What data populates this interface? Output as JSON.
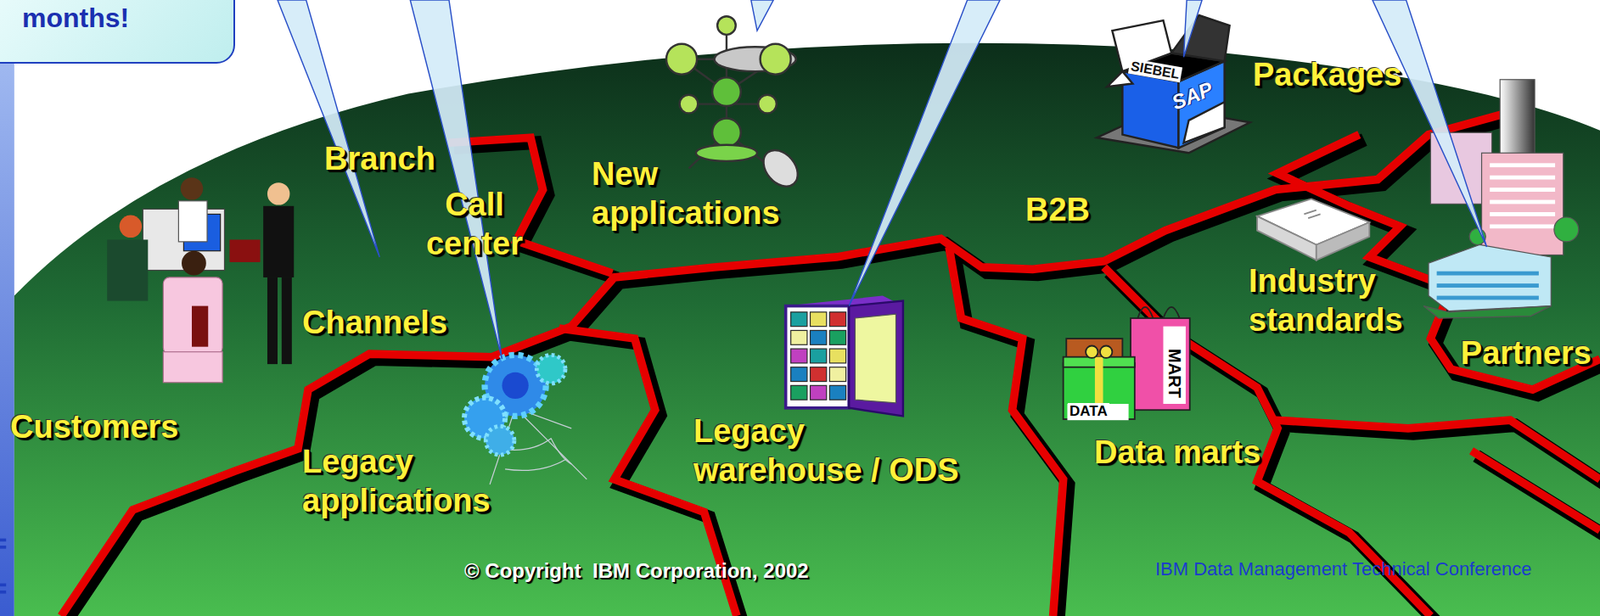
{
  "diagram": {
    "nodes": [
      {
        "text": [
          "months!"
        ]
      }
    ],
    "labels": [
      "Branch",
      "Call center",
      "New applications",
      "B2B",
      "Packages",
      "Channels",
      "Industry standards",
      "Partners",
      "Customers",
      "Legacy applications",
      "Legacy warehouse / ODS",
      "Data marts",
      "SIEBEL",
      "SAP",
      "DATA",
      "MART",
      "© Copyright  IBM Corporation, 2002",
      "IBM Data Management Technical Conference"
    ]
  }
}
